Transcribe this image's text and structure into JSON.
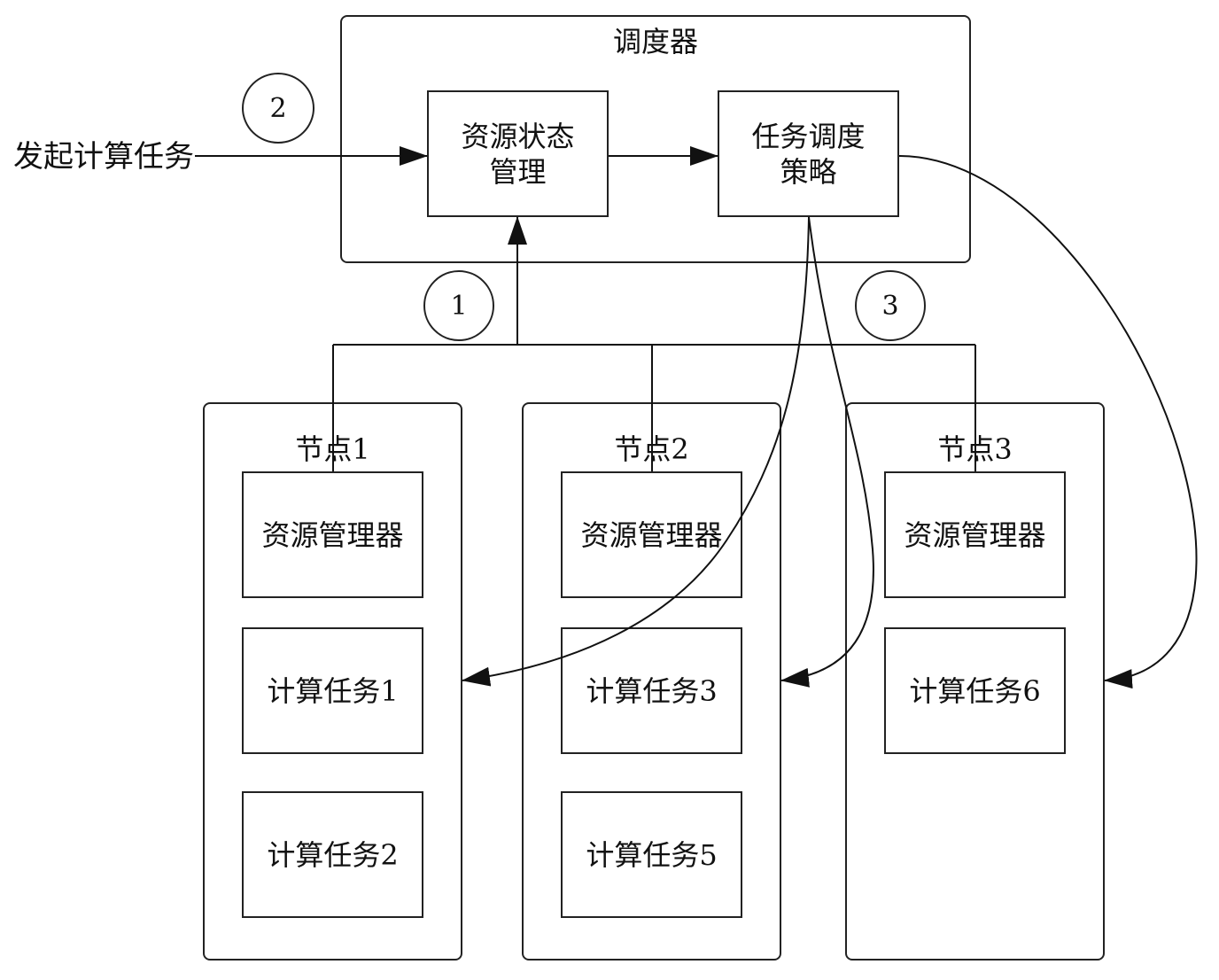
{
  "input_label": "发起计算任务",
  "scheduler": {
    "title": "调度器",
    "resource_state": "资源状态\n管理",
    "strategy": "任务调度\n策略"
  },
  "markers": [
    "1",
    "2",
    "3"
  ],
  "nodes": [
    {
      "title": "节点1",
      "manager": "资源管理器",
      "tasks": [
        "计算任务1",
        "计算任务2"
      ]
    },
    {
      "title": "节点2",
      "manager": "资源管理器",
      "tasks": [
        "计算任务3",
        "计算任务5"
      ]
    },
    {
      "title": "节点3",
      "manager": "资源管理器",
      "tasks": [
        "计算任务6"
      ]
    }
  ]
}
